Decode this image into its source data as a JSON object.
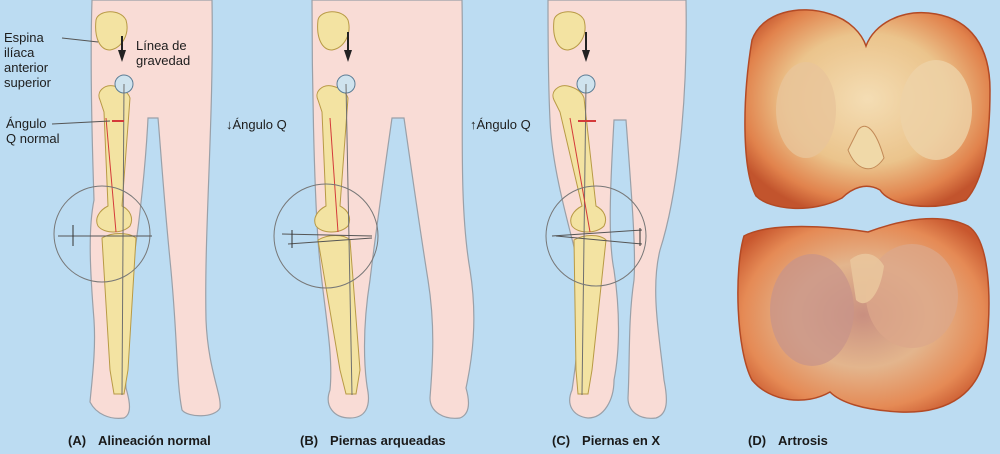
{
  "labels": {
    "espina_line1": "Espina",
    "espina_line2": "ilíaca",
    "espina_line3": "anterior",
    "espina_line4": "superior",
    "linea_line1": "Línea de",
    "linea_line2": "gravedad",
    "angulo_normal_line1": "Ángulo",
    "angulo_normal_line2": "Q normal",
    "angulo_q_down": "↓Ángulo Q",
    "angulo_q_up": "↑Ángulo Q"
  },
  "captions": [
    {
      "letter": "(A)",
      "text": "Alineación normal"
    },
    {
      "letter": "(B)",
      "text": "Piernas arqueadas"
    },
    {
      "letter": "(C)",
      "text": "Piernas en X"
    },
    {
      "letter": "(D)",
      "text": "Artrosis"
    }
  ],
  "colors": {
    "background": "#bcdcf2",
    "skin": "#f9dcd6",
    "skin_outline": "#9aa0a8",
    "bone": "#f3e3a2",
    "bone_outline": "#b89a45",
    "q_angle_marker": "#d43a3a",
    "cartilage_surface": "#efd6a8",
    "cartilage_damaged": "#d9603f"
  }
}
